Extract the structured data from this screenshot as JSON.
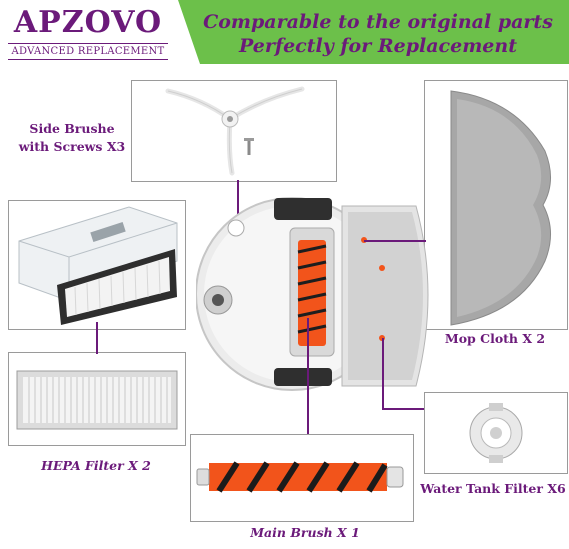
{
  "brand": {
    "name": "APZOVO",
    "tagline": "ADVANCED REPLACEMENT"
  },
  "banner": {
    "line1": "Comparable to the original parts",
    "line2": "Perfectly for Replacement"
  },
  "parts": {
    "side_brush": {
      "line1": "Side Brushe",
      "line2": "with Screws X3"
    },
    "mop_cloth": "Mop Cloth X 2",
    "hepa_filter": "HEPA Filter X 2",
    "water_tank_filter": "Water Tank Filter X6",
    "main_brush": "Main Brush X 1"
  },
  "colors": {
    "brand": "#6b1a7a",
    "banner_green": "#6cc04a",
    "brush_orange": "#f2541b"
  }
}
